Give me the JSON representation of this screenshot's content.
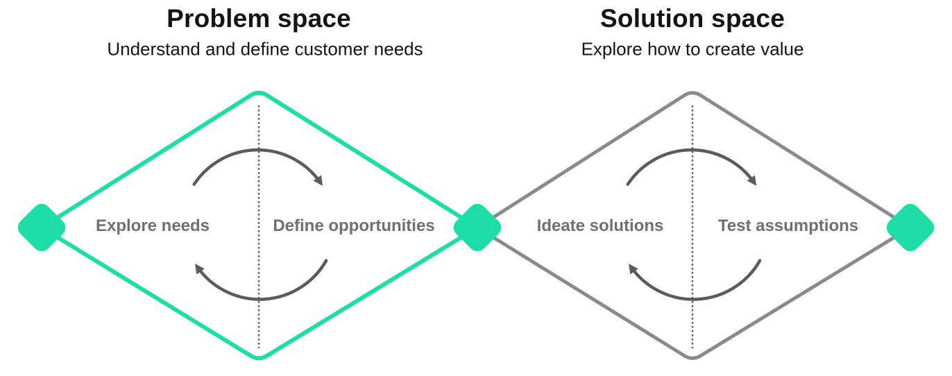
{
  "colors": {
    "accent": "#1ddfa6",
    "muted_line": "#8b898e",
    "inner_line": "#5b5a5f",
    "label_text": "#716f76",
    "title_text": "#141414",
    "background": "#ffffff"
  },
  "problem_space": {
    "title": "Problem space",
    "subtitle": "Understand and define customer needs",
    "labels": {
      "left": "Explore needs",
      "right": "Define opportunities"
    }
  },
  "solution_space": {
    "title": "Solution space",
    "subtitle": "Explore how to create value",
    "labels": {
      "left": "Ideate solutions",
      "right": "Test assumptions"
    }
  },
  "icons": {
    "nodes": "diamond-milestone-node",
    "arrows": "iteration-cycle-arrow",
    "divider": "dotted-phase-divider"
  }
}
